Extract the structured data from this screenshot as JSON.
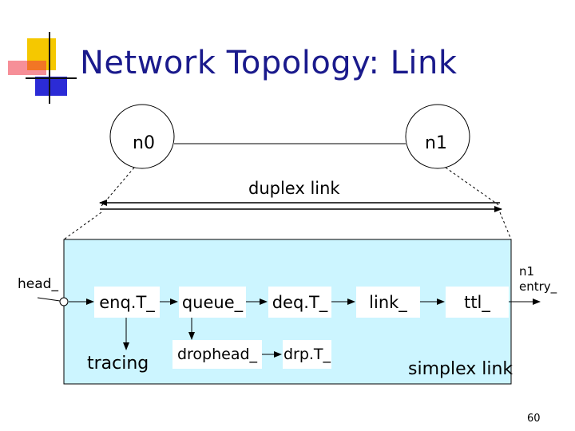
{
  "slide": {
    "title": "Network Topology: Link",
    "page_number": "60"
  },
  "nodes": {
    "n0_label": "n0",
    "n1_label": "n1"
  },
  "duplex_label": "duplex link",
  "simplex_label": "simplex link",
  "head_label": "head_",
  "entry_label_line1": "n1",
  "entry_label_line2": "entry_",
  "components": {
    "enq": "enq.T_",
    "queue": "queue_",
    "deq": "deq.T_",
    "link": "link_",
    "ttl": "ttl_",
    "drophead": "drophead_",
    "drp": "drp.T_",
    "tracing": "tracing"
  },
  "colors": {
    "title": "#1a1a8c",
    "simplex_fill": "#ccf5ff",
    "deco_yellow": "#f5c800",
    "deco_red": "#ee3344",
    "deco_blue": "#2b2bd6"
  }
}
